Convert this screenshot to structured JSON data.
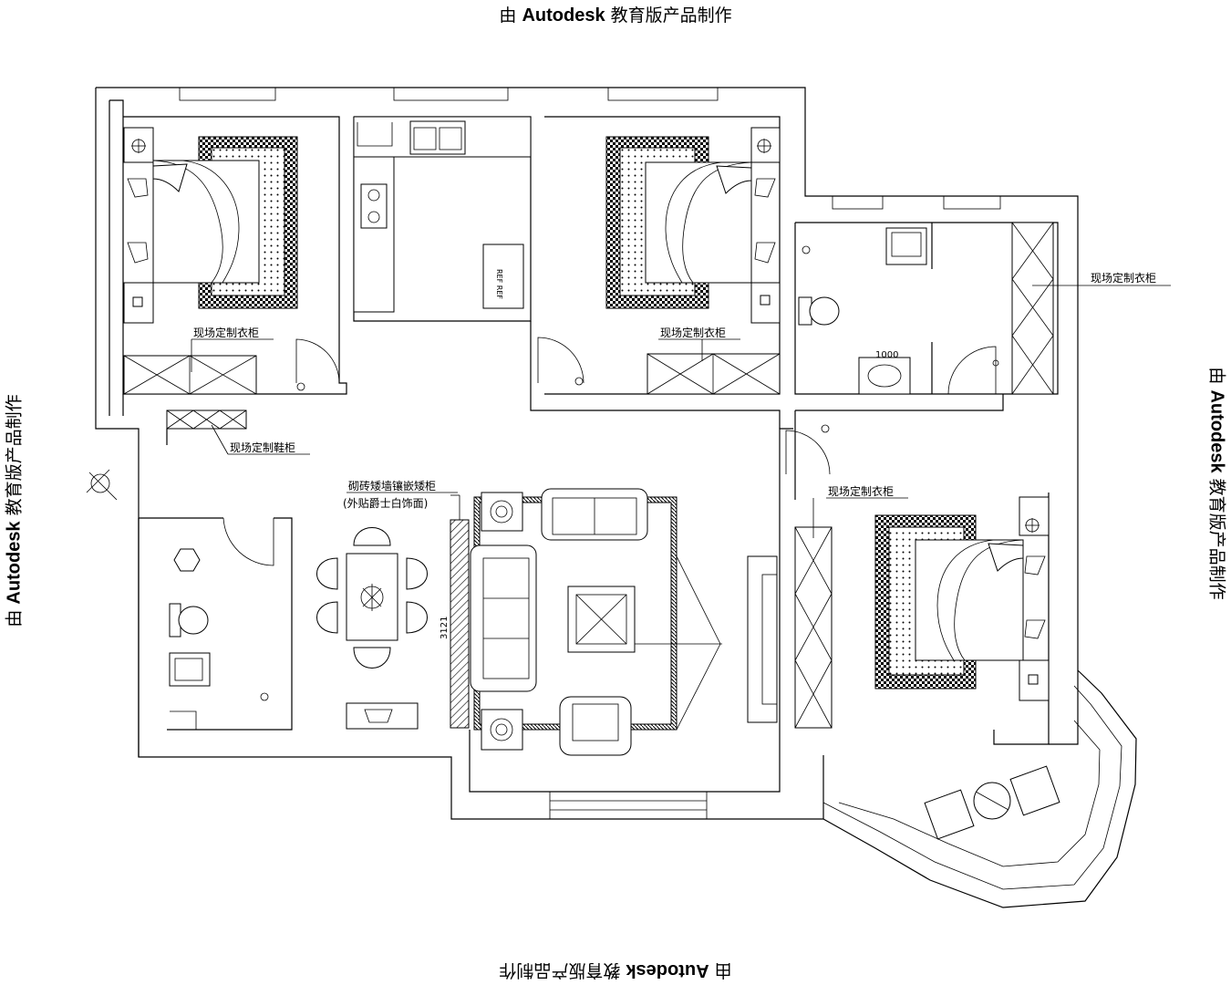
{
  "watermark": {
    "prefix": "由 ",
    "brand": "Autodesk",
    "suffix": " 教育版产品制作"
  },
  "labels": {
    "wardrobe_1": "现场定制衣柜",
    "wardrobe_2": "现场定制衣柜",
    "wardrobe_3": "现场定制衣柜",
    "wardrobe_4": "现场定制衣柜",
    "shoe_cabinet": "现场定制鞋柜",
    "brick_wall_line1": "砌砖矮墙镶嵌矮柜",
    "brick_wall_line2": "(外贴爵士白饰面)",
    "dim_bath": "1000",
    "dim_wall": "3121",
    "fridge_text": "REF REF"
  }
}
